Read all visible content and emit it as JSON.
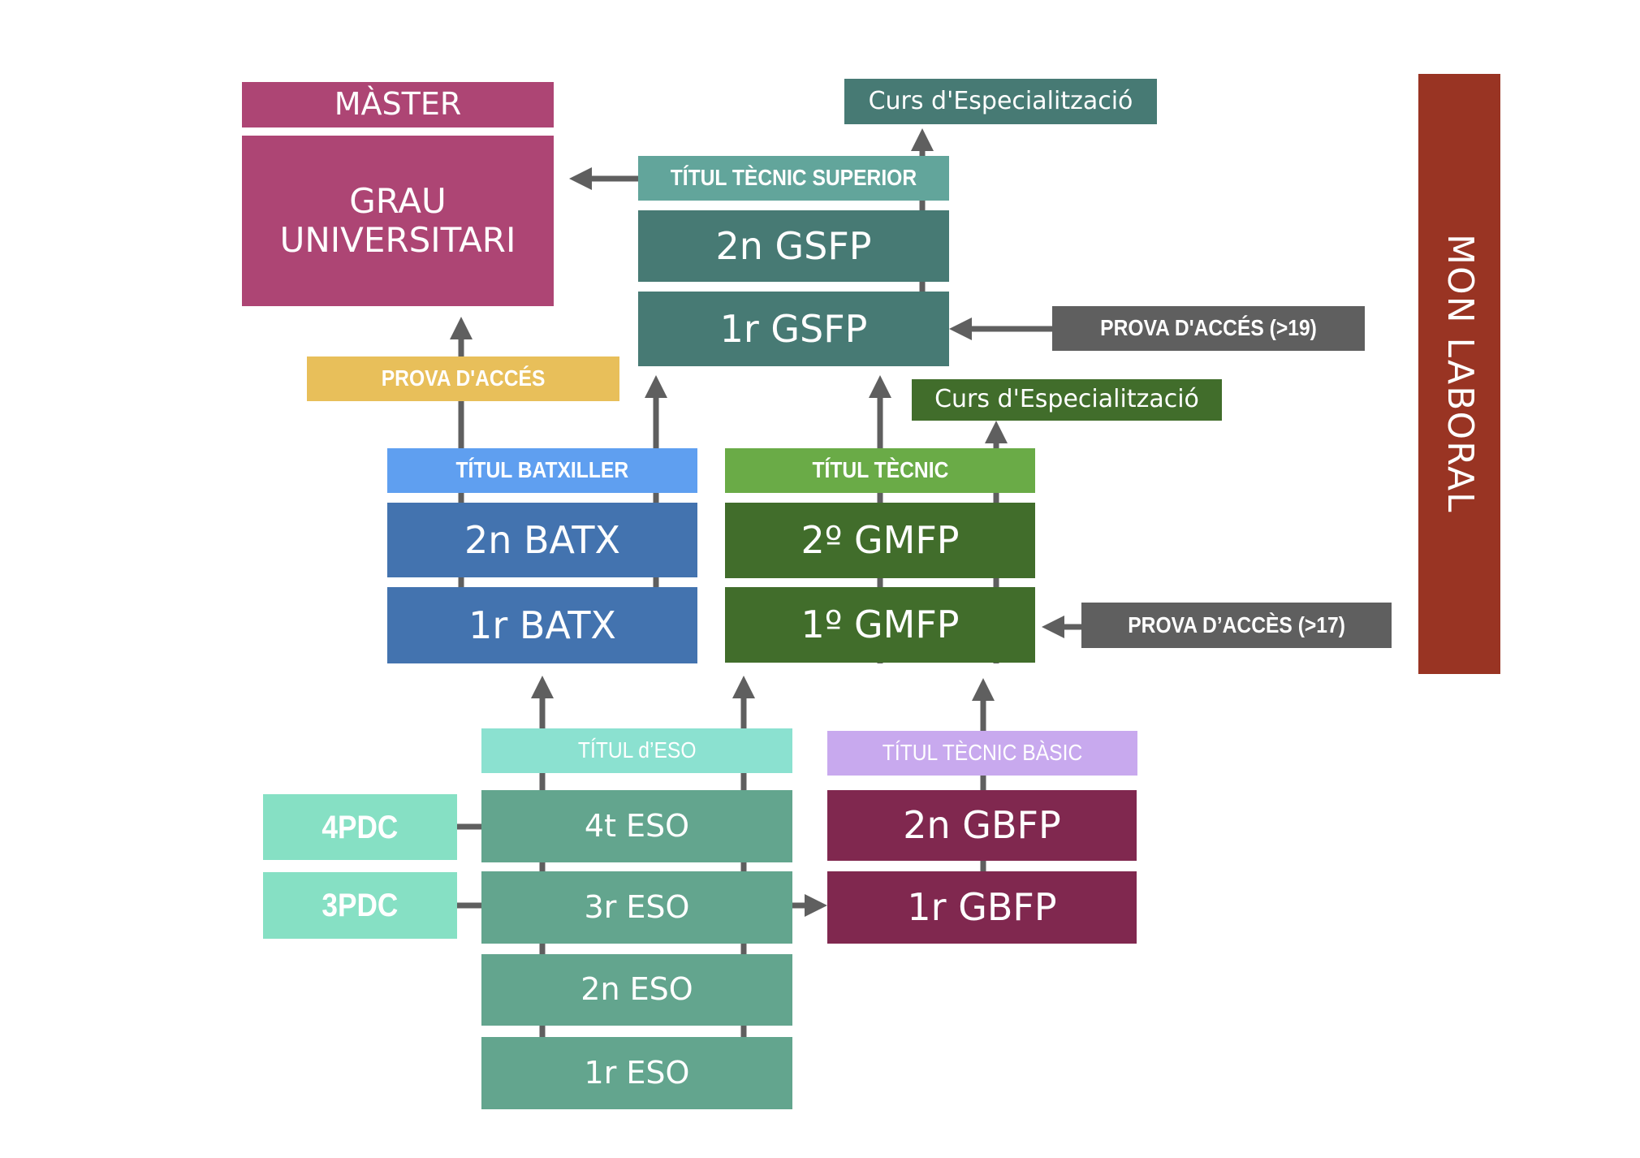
{
  "colors": {
    "master": "#ad4574",
    "grau": "#ad4574",
    "curs_sup": "#477a74",
    "titol_sup": "#62a59b",
    "gsfp": "#477a74",
    "prova_gray": "#5f5f5f",
    "prova_yellow": "#e8bf5a",
    "titol_batx": "#5f9ff0",
    "batx": "#4373af",
    "titol_tecnic": "#6aab47",
    "gmfp": "#416d2b",
    "curs_mig": "#416d2b",
    "titol_eso": "#8be1d0",
    "eso": "#63a58e",
    "pdc": "#86e0c4",
    "titol_basic": "#c8a9ee",
    "gbfp": "#80284f",
    "mon_laboral": "#993423",
    "arrow": "#5f5f5f"
  },
  "boxes": {
    "master": "MÀSTER",
    "grau_line1": "GRAU",
    "grau_line2": "UNIVERSITARI",
    "curs_superior": "Curs d'Especialització",
    "titol_tecnic_superior": "TÍTUL TÈCNIC SUPERIOR",
    "gsfp_2": "2n GSFP",
    "gsfp_1": "1r GSFP",
    "prova_19": "PROVA D'ACCÉS (>19)",
    "prova_acces": "PROVA D'ACCÉS",
    "curs_mig": "Curs d'Especialització",
    "titol_batxiller": "TÍTUL BATXILLER",
    "batx_2": "2n BATX",
    "batx_1": "1r BATX",
    "titol_tecnic": "TÍTUL TÈCNIC",
    "gmfp_2": "2º GMFP",
    "gmfp_1": "1º GMFP",
    "prova_17": "PROVA D’ACCÈS (>17)",
    "titol_eso": "TÍTUL d’ESO",
    "eso_4": "4t ESO",
    "eso_3": "3r ESO",
    "eso_2": "2n ESO",
    "eso_1": "1r ESO",
    "pdc_4": "4PDC",
    "pdc_3": "3PDC",
    "titol_tecnic_basic": "TÍTUL TÈCNIC BÀSIC",
    "gbfp_2": "2n GBFP",
    "gbfp_1": "1r GBFP",
    "mon_laboral": "MON LABORAL"
  }
}
